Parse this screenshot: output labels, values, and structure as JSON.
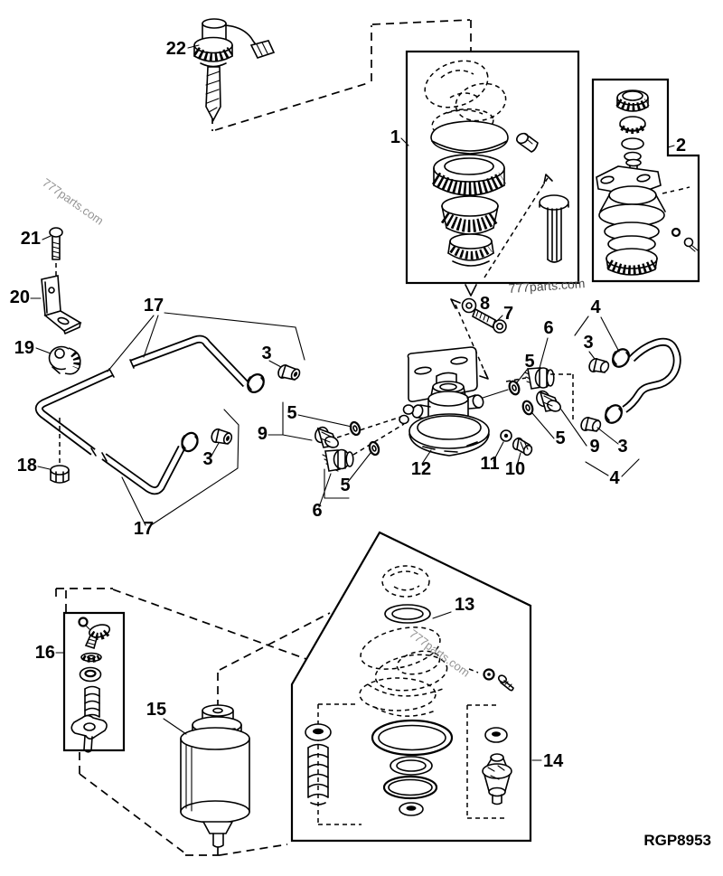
{
  "figure": {
    "watermark": "777parts.com",
    "drawing_code": "RGP8953",
    "callouts": [
      "22",
      "1",
      "2",
      "21",
      "20",
      "19",
      "17",
      "8",
      "7",
      "6",
      "4",
      "3",
      "3",
      "5",
      "9",
      "5",
      "5",
      "9",
      "3",
      "12",
      "11",
      "10",
      "5",
      "6",
      "18",
      "3",
      "17",
      "4",
      "16",
      "15",
      "13",
      "14"
    ]
  }
}
